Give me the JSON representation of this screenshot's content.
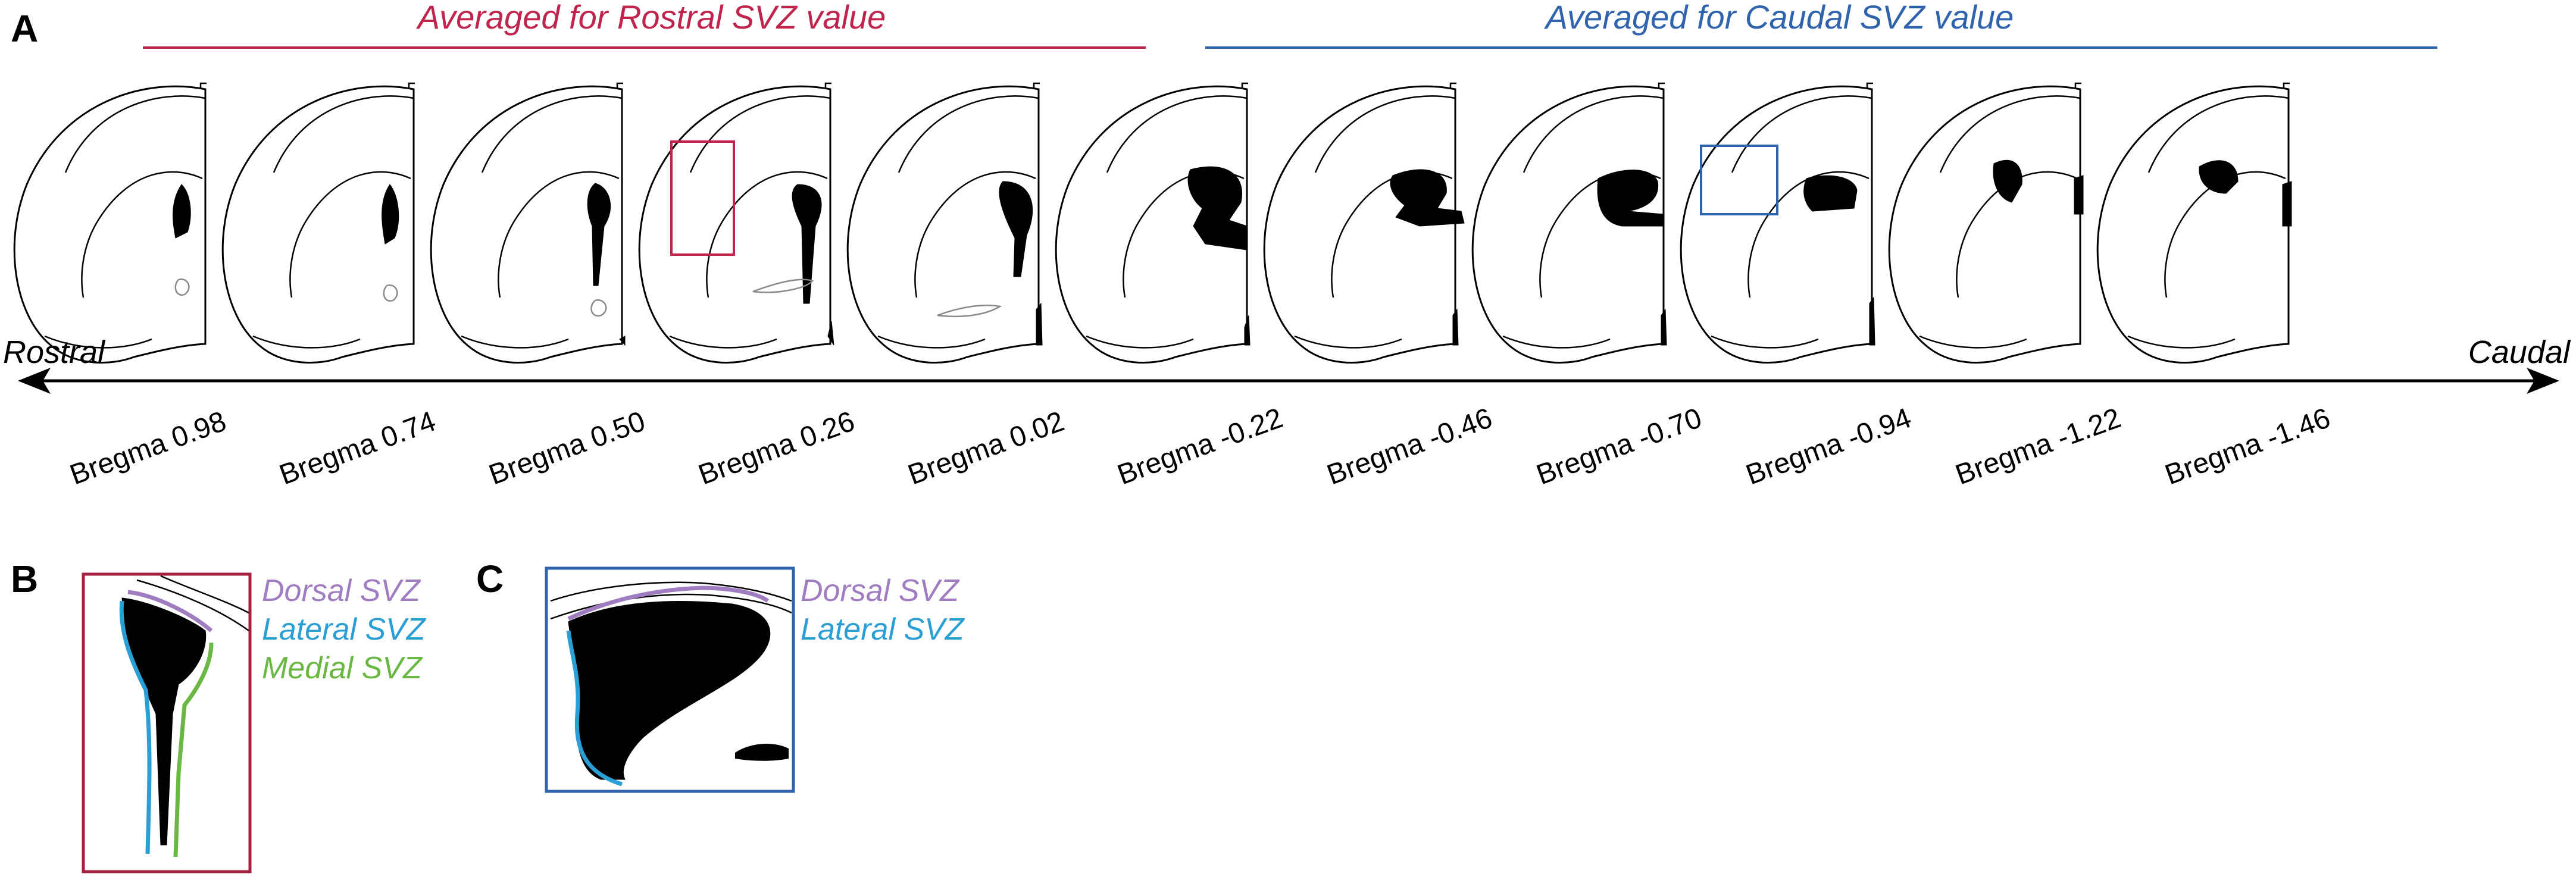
{
  "panels": {
    "A": "A",
    "B": "B",
    "C": "C"
  },
  "groups": {
    "rostral_label": "Averaged for Rostral SVZ value",
    "caudal_label": "Averaged for Caudal SVZ value",
    "rostral_color": "#c0244c",
    "caudal_color": "#2f63ad"
  },
  "axis": {
    "left": "Rostral",
    "right": "Caudal"
  },
  "sections": [
    "Bregma 0.98",
    "Bregma 0.74",
    "Bregma 0.50",
    "Bregma 0.26",
    "Bregma 0.02",
    "Bregma -0.22",
    "Bregma -0.46",
    "Bregma -0.70",
    "Bregma -0.94",
    "Bregma -1.22",
    "Bregma -1.46"
  ],
  "regions": {
    "dorsal": "Dorsal SVZ",
    "lateral": "Lateral SVZ",
    "medial": "Medial SVZ",
    "dorsal_color": "#a07cc0",
    "lateral_color": "#2a9fd6",
    "medial_color": "#6ab843"
  }
}
